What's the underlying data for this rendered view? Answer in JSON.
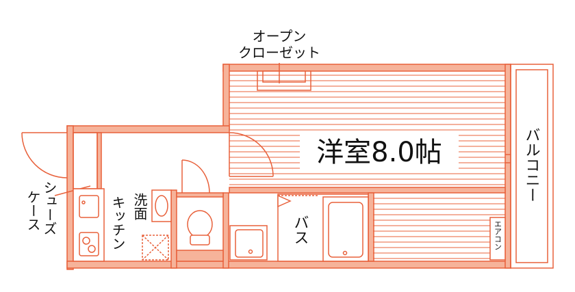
{
  "floorplan": {
    "colors": {
      "wall": "#f4a68a",
      "wall_line": "#e8603a",
      "floor_line": "#e8603a",
      "fixture": "#f08a5d",
      "background": "#ffffff",
      "text": "#111111"
    },
    "labels": {
      "closet_line1": "オープン",
      "closet_line2": "クローゼット",
      "room": "洋室8.0帖",
      "balcony": "バルコニー",
      "shoe_case_col1": "シューズ",
      "shoe_case_col2": "ケース",
      "kitchen": "キッチン",
      "washbasin": "洗面",
      "bath": "バス",
      "aircon": "エアコン"
    },
    "icons": [
      "toilet-icon",
      "sink-icon",
      "stove-icon",
      "bathtub-icon",
      "washing-machine-icon",
      "door-swing-icon"
    ]
  }
}
